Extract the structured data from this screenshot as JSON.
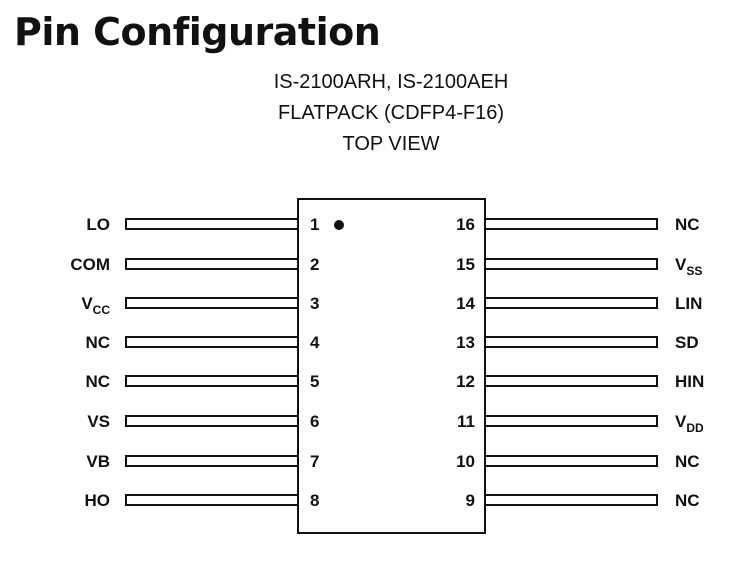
{
  "title": "Pin Configuration",
  "subtitle_lines": [
    "IS-2100ARH, IS-2100AEH",
    "FLATPACK (CDFP4-F16)",
    "TOP VIEW"
  ],
  "left_pins": [
    {
      "number": "1",
      "label": "LO",
      "sub": ""
    },
    {
      "number": "2",
      "label": "COM",
      "sub": ""
    },
    {
      "number": "3",
      "label": "V",
      "sub": "CC"
    },
    {
      "number": "4",
      "label": "NC",
      "sub": ""
    },
    {
      "number": "5",
      "label": "NC",
      "sub": ""
    },
    {
      "number": "6",
      "label": "VS",
      "sub": ""
    },
    {
      "number": "7",
      "label": "VB",
      "sub": ""
    },
    {
      "number": "8",
      "label": "HO",
      "sub": ""
    }
  ],
  "right_pins": [
    {
      "number": "16",
      "label": "NC",
      "sub": ""
    },
    {
      "number": "15",
      "label": "V",
      "sub": "SS"
    },
    {
      "number": "14",
      "label": "LIN",
      "sub": ""
    },
    {
      "number": "13",
      "label": "SD",
      "sub": ""
    },
    {
      "number": "12",
      "label": "HIN",
      "sub": ""
    },
    {
      "number": "11",
      "label": "V",
      "sub": "DD"
    },
    {
      "number": "10",
      "label": "NC",
      "sub": ""
    },
    {
      "number": "9",
      "label": "NC",
      "sub": ""
    }
  ],
  "colors": {
    "ink": "#111111",
    "background": "#ffffff"
  }
}
